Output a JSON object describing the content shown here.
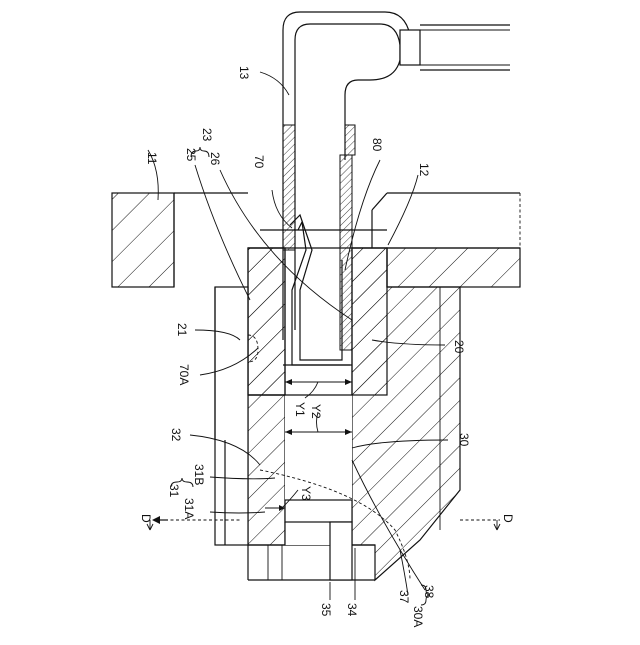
{
  "labels": {
    "l11": "11",
    "l12": "12",
    "l13": "13",
    "l20": "20",
    "l21": "21",
    "l23": "23",
    "l25": "25",
    "l26": "26",
    "l30": "30",
    "l30A": "30A",
    "l31": "31",
    "l31A": "31A",
    "l31B": "31B",
    "l32": "32",
    "l34": "34",
    "l35": "35",
    "l37": "37",
    "l38": "38",
    "l70": "70",
    "l70A": "70A",
    "l80": "80",
    "lY1": "Y1",
    "lY2": "Y2",
    "lY3": "Y3",
    "lDleft": "D",
    "lDright": "D"
  }
}
